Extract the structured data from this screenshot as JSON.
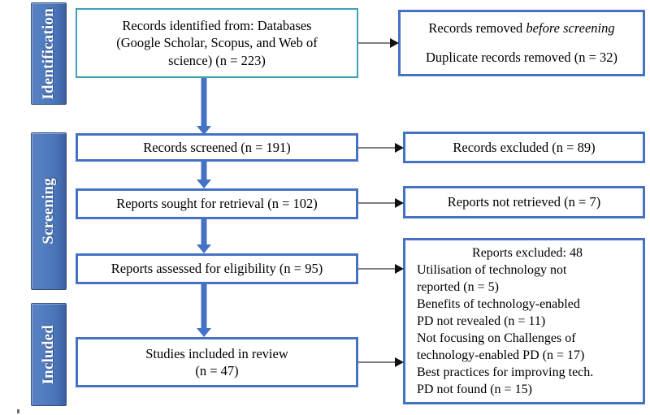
{
  "diagram": {
    "type": "prisma-flow-diagram",
    "colors": {
      "stage_tab_fill": "#4472c4",
      "stage_tab_border": "#2f4f82",
      "box_border_blue": "#4472c4",
      "box_border_teal": "#3f9fb5",
      "vertical_arrow": "#4472c4",
      "horizontal_arrow": "#808080",
      "arrow_head": "#111111",
      "background": "#ffffff",
      "text": "#000000"
    },
    "stages": [
      {
        "id": "identification",
        "label": "Identification"
      },
      {
        "id": "screening",
        "label": "Screening"
      },
      {
        "id": "included",
        "label": "Included"
      }
    ],
    "boxes": {
      "records_identified": {
        "line1": "Records identified from: Databases",
        "line2": "(Google Scholar, Scopus, and Web of",
        "line3": "science) (n = 223)"
      },
      "records_removed": {
        "line1_prefix": "Records removed ",
        "line1_italic": "before screening",
        "line2": "Duplicate records removed (n = 32)"
      },
      "records_screened": {
        "text": "Records screened (n = 191)"
      },
      "records_excluded": {
        "text": "Records excluded (n = 89)"
      },
      "reports_sought": {
        "text": "Reports sought for retrieval (n = 102)"
      },
      "reports_not_retrieved": {
        "text": "Reports not retrieved (n = 7)"
      },
      "reports_assessed": {
        "text": "Reports assessed for eligibility (n = 95)"
      },
      "reports_excluded": {
        "heading": "Reports excluded: 48",
        "reasons": [
          "Utilisation of technology not",
          "reported (n = 5)",
          "Benefits of technology-enabled",
          "PD not revealed (n = 11)",
          "Not focusing on Challenges of",
          "technology-enabled PD (n = 17)",
          "Best practices for improving tech.",
          "PD not found (n = 15)"
        ]
      },
      "studies_included": {
        "line1": "Studies included in review",
        "line2": "(n = 47)"
      }
    }
  },
  "chart_data": {
    "type": "diagram",
    "title": "PRISMA 2020 flow diagram",
    "nodes": [
      {
        "id": "records_identified",
        "stage": "Identification",
        "label": "Records identified from: Databases (Google Scholar, Scopus, and Web of science)",
        "n": 223
      },
      {
        "id": "records_removed",
        "stage": "Identification",
        "label": "Records removed before screening: Duplicate records removed",
        "n": 32
      },
      {
        "id": "records_screened",
        "stage": "Screening",
        "label": "Records screened",
        "n": 191
      },
      {
        "id": "records_excluded",
        "stage": "Screening",
        "label": "Records excluded",
        "n": 89
      },
      {
        "id": "reports_sought",
        "stage": "Screening",
        "label": "Reports sought for retrieval",
        "n": 102
      },
      {
        "id": "reports_not_retrieved",
        "stage": "Screening",
        "label": "Reports not retrieved",
        "n": 7
      },
      {
        "id": "reports_assessed",
        "stage": "Screening",
        "label": "Reports assessed for eligibility",
        "n": 95
      },
      {
        "id": "reports_excluded",
        "stage": "Included",
        "label": "Reports excluded",
        "n": 48,
        "breakdown": [
          {
            "reason": "Utilisation of technology not reported",
            "n": 5
          },
          {
            "reason": "Benefits of technology-enabled PD not revealed",
            "n": 11
          },
          {
            "reason": "Not focusing on Challenges of technology-enabled PD",
            "n": 17
          },
          {
            "reason": "Best practices for improving tech. PD not found",
            "n": 15
          }
        ]
      },
      {
        "id": "studies_included",
        "stage": "Included",
        "label": "Studies included in review",
        "n": 47
      }
    ],
    "edges": [
      {
        "from": "records_identified",
        "to": "records_removed",
        "direction": "horizontal"
      },
      {
        "from": "records_identified",
        "to": "records_screened",
        "direction": "vertical"
      },
      {
        "from": "records_screened",
        "to": "records_excluded",
        "direction": "horizontal"
      },
      {
        "from": "records_screened",
        "to": "reports_sought",
        "direction": "vertical"
      },
      {
        "from": "reports_sought",
        "to": "reports_not_retrieved",
        "direction": "horizontal"
      },
      {
        "from": "reports_sought",
        "to": "reports_assessed",
        "direction": "vertical"
      },
      {
        "from": "reports_assessed",
        "to": "reports_excluded",
        "direction": "horizontal"
      },
      {
        "from": "reports_assessed",
        "to": "studies_included",
        "direction": "vertical"
      },
      {
        "from": "studies_included",
        "to": "reports_excluded",
        "direction": "horizontal"
      }
    ]
  }
}
